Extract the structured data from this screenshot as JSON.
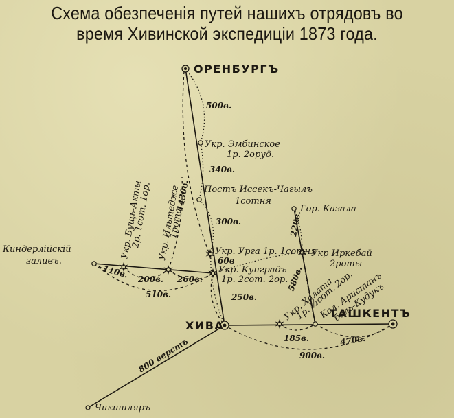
{
  "title": {
    "line1": "Схема обезпеченія путей нашихъ отрядовъ во",
    "line2": "время Хивинской экспедиціи 1873 года."
  },
  "colors": {
    "paper": "#d8d2a2",
    "ink": "#1c1811"
  },
  "cities": {
    "orenburg": "ОРЕНБУРГЪ",
    "khiva": "ХИВА",
    "tashkent": "ТАШКЕНТЪ"
  },
  "places": {
    "emba_1": "Укр. Эмбинское",
    "emba_2": "1р. 2оруд.",
    "issek_1": "Постъ Иссекъ-Чагылъ",
    "issek_2": "1сотня",
    "kazala": "Гор. Казала",
    "urga_1": "Укр. Урга 1р. 1сотня",
    "urga_2": "60в",
    "kungrad_1": "Укр. Кунградъ",
    "kungrad_2": "1р. 2сот. 2ор.",
    "irkebai_1": "Укр Иркебай",
    "irkebai_2": "2роты",
    "kinderli_1": "Киндерлійскій",
    "kinderli_2": "заливъ.",
    "bussh_1": "Укр. Бущь-Акты",
    "bussh_2": "2р. 1сот. 1ор.",
    "iltedzhe_1": "Укр. Ильтедже",
    "iltedzhe_2": "1рота",
    "khalata_1": "Укр. Халата",
    "khalata_2": "1р. ½сот. 2ор.",
    "aristan_1": "Кол. Аристанъ",
    "aristan_2": "бель-Кудукъ",
    "chikishlyar": "Чикишляръ"
  },
  "distances": {
    "d500": "500в.",
    "d340": "340в.",
    "d300": "300в.",
    "d250": "250в.",
    "d220": "220в.",
    "d580": "580в.",
    "d110": "110в.",
    "d200": "200в.",
    "d260": "260в.",
    "d510": "510в.",
    "d1430": "1430в.",
    "d185": "185в.",
    "d470": "470в.",
    "d900": "900в.",
    "d800": "800 верстъ"
  }
}
